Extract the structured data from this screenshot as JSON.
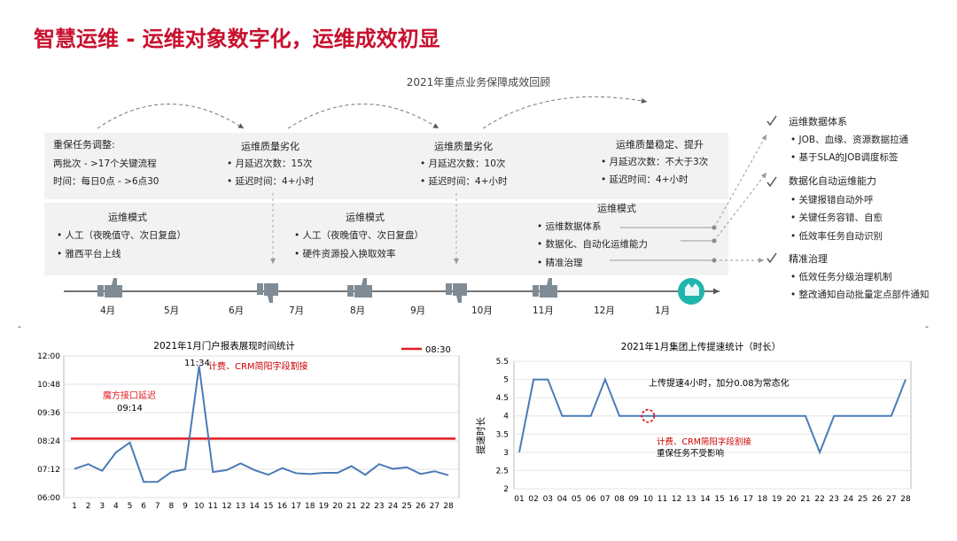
{
  "title": "智慧运维 - 运维对象数字化，运维成效初显",
  "subtitle": "2021年重点业务保障成效回顾",
  "timeline": {
    "col1": {
      "heading": "重保任务调整:",
      "lines": [
        "两批次 - >17个关键流程",
        "时间：每日0点 - >6点30"
      ]
    },
    "col2": {
      "heading": "运维质量劣化",
      "items": [
        "月延迟次数：15次",
        "延迟时间：4+小时"
      ]
    },
    "col3": {
      "heading": "运维质量劣化",
      "items": [
        "月延迟次数：10次",
        "延迟时间：4+小时"
      ]
    },
    "col4": {
      "heading": "运维质量稳定、提升",
      "items": [
        "月延迟次数：不大于3次",
        "延迟时间：4+小时"
      ]
    },
    "mode1": {
      "heading": "运维模式",
      "items": [
        "人工（夜晚值守、次日复盘）",
        "雅西平台上线"
      ]
    },
    "mode2": {
      "heading": "运维模式",
      "items": [
        "人工（夜晚值守、次日复盘）",
        "硬件资源投入换取效率"
      ]
    },
    "mode3": {
      "heading": "运维模式",
      "items": [
        "运维数据体系",
        "数据化、自动化运维能力",
        "精准治理"
      ]
    },
    "months": [
      "4月",
      "5月",
      "6月",
      "7月",
      "8月",
      "9月",
      "10月",
      "11月",
      "12月",
      "1月"
    ]
  },
  "right_panel": {
    "groups": [
      {
        "heading": "运维数据体系",
        "items": [
          "JOB、血缘、资源数据拉通",
          "基于SLA的JOB调度标签"
        ]
      },
      {
        "heading": "数据化自动运维能力",
        "items": [
          "关键报错自动外呼",
          "关键任务容错、自愈",
          "低效率任务自动识别"
        ]
      },
      {
        "heading": "精准治理",
        "items": [
          "低效任务分级治理机制",
          "整改通知自动批量定点部件通知"
        ]
      }
    ]
  },
  "chart_data": [
    {
      "type": "line",
      "title": "2021年1月门户报表展现时间统计",
      "legend": "08:30",
      "x": [
        "1",
        "2",
        "3",
        "4",
        "5",
        "6",
        "7",
        "8",
        "9",
        "10",
        "11",
        "12",
        "13",
        "14",
        "15",
        "16",
        "17",
        "18",
        "19",
        "20",
        "21",
        "22",
        "23",
        "24",
        "25",
        "26",
        "27",
        "28"
      ],
      "y_ticks": [
        "06:00",
        "07:12",
        "08:24",
        "09:36",
        "10:48",
        "12:00"
      ],
      "ylim_minutes": [
        360,
        720
      ],
      "series": [
        {
          "values_minutes": [
            433,
            445,
            428,
            475,
            500,
            400,
            400,
            425,
            432,
            694,
            425,
            430,
            447,
            430,
            418,
            435,
            422,
            420,
            423,
            423,
            440,
            418,
            445,
            433,
            437,
            420,
            427,
            417
          ]
        }
      ],
      "threshold_minutes": 510,
      "annotations": [
        "魔方接口延迟",
        "09:14",
        "11:34",
        "计费、CRM简阳字段割接"
      ],
      "colors": {
        "line": "#4a7bb7",
        "threshold": "#e31b23"
      }
    },
    {
      "type": "line",
      "title": "2021年1月集团上传提速统计（时长）",
      "ylabel": "提速时长",
      "x": [
        "01",
        "02",
        "03",
        "04",
        "05",
        "06",
        "07",
        "08",
        "09",
        "10",
        "11",
        "12",
        "13",
        "14",
        "15",
        "16",
        "17",
        "18",
        "19",
        "20",
        "21",
        "22",
        "23",
        "24",
        "25",
        "26",
        "27",
        "28"
      ],
      "y_ticks": [
        "2",
        "2.5",
        "3",
        "3.5",
        "4",
        "4.5",
        "5",
        "5.5"
      ],
      "ylim": [
        2,
        5.5
      ],
      "series": [
        {
          "values": [
            3,
            5,
            5,
            4,
            4,
            4,
            5,
            4,
            4,
            4,
            4,
            4,
            4,
            4,
            4,
            4,
            4,
            4,
            4,
            4,
            4,
            3,
            4,
            4,
            4,
            4,
            4,
            5
          ]
        }
      ],
      "annotations": [
        "上传提速4小时，加分0.08为常态化",
        "计费、CRM简阳字段割接",
        "重保任务不受影响"
      ],
      "colors": {
        "line": "#4a7bb7",
        "marker": "#e31b23"
      }
    }
  ]
}
